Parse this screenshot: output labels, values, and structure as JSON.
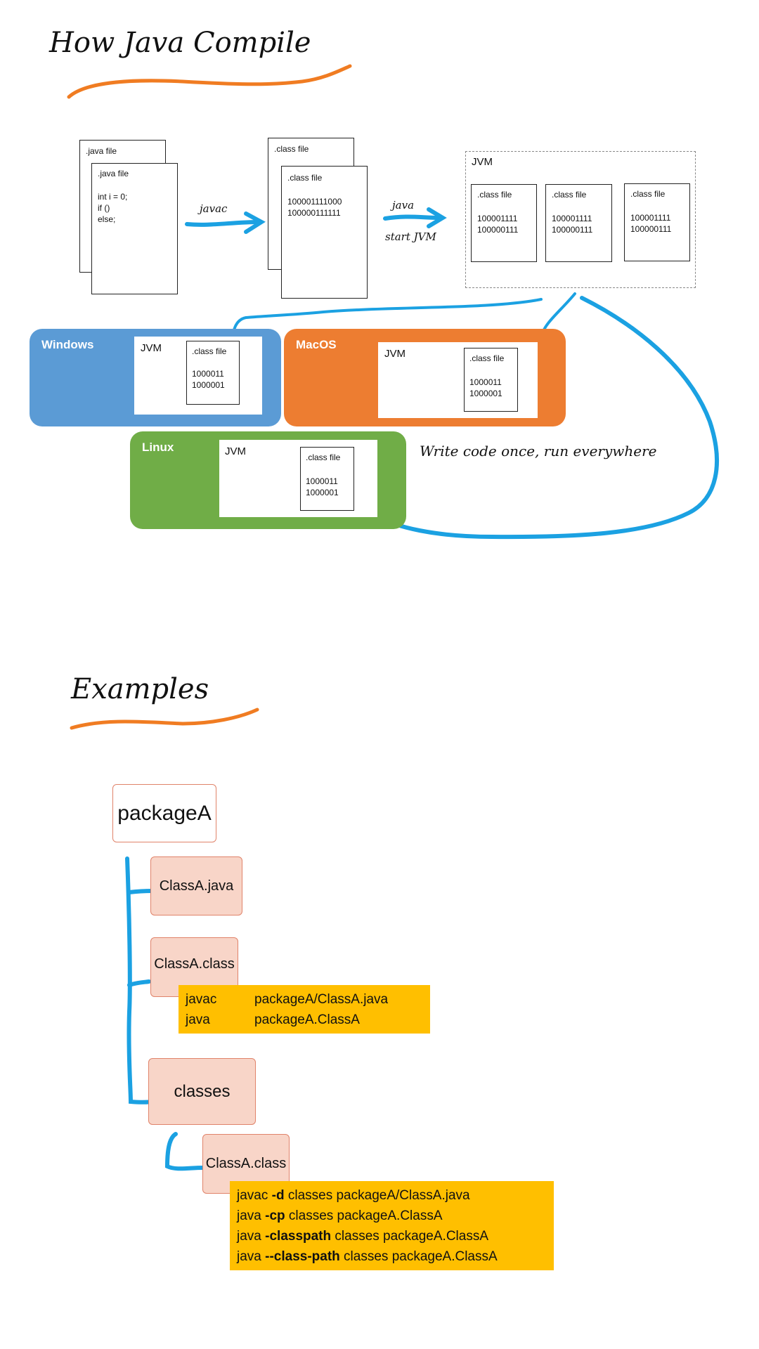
{
  "compile": {
    "title": "How Java Compile",
    "source": {
      "back_label": ".java file",
      "front_label": ".java file",
      "code_lines": [
        "int i = 0;",
        "if ()",
        "else;"
      ]
    },
    "javac_label": "javac",
    "bytecode": {
      "back_label": ".class file",
      "front_label": ".class file",
      "bits": [
        "100001111000",
        "100000111111"
      ]
    },
    "java_label": "java",
    "start_label": "start JVM",
    "jvm": {
      "label": "JVM",
      "classes": [
        {
          "label": ".class file",
          "bits": [
            "100001111",
            "100000111"
          ]
        },
        {
          "label": ".class file",
          "bits": [
            "100001111",
            "100000111"
          ]
        },
        {
          "label": ".class file",
          "bits": [
            "100001111",
            "100000111"
          ]
        }
      ]
    },
    "platforms": [
      {
        "name": "Windows",
        "color": "#5b9bd5",
        "jvm_label": "JVM",
        "class_label": ".class file",
        "bits": [
          "1000011",
          "1000001"
        ]
      },
      {
        "name": "MacOS",
        "color": "#ed7d31",
        "jvm_label": "JVM",
        "class_label": ".class file",
        "bits": [
          "1000011",
          "1000001"
        ]
      },
      {
        "name": "Linux",
        "color": "#70ad47",
        "jvm_label": "JVM",
        "class_label": ".class file",
        "bits": [
          "1000011",
          "1000001"
        ]
      }
    ],
    "slogan": "Write code once, run everywhere",
    "arrow_color": "#1ba1e2",
    "underline_color": "#f07c22"
  },
  "examples": {
    "title": "Examples",
    "package": "packageA",
    "class_java": "ClassA.java",
    "class_file": "ClassA.class",
    "cmd1": [
      {
        "cmd": "javac",
        "arg": "packageA/ClassA.java"
      },
      {
        "cmd": "java",
        "arg": "packageA.ClassA"
      }
    ],
    "classes_dir": "classes",
    "nested_class": "ClassA.class",
    "cmd2": [
      {
        "pre": "javac ",
        "flag": "-d",
        "post": " classes packageA/ClassA.java"
      },
      {
        "pre": "java ",
        "flag": "-cp",
        "post": " classes packageA.ClassA"
      },
      {
        "pre": "java ",
        "flag": "-classpath",
        "post": " classes packageA.ClassA"
      },
      {
        "pre": "java ",
        "flag": "--class-path",
        "post": " classes packageA.ClassA"
      }
    ],
    "cmd_color": "#ffbf00"
  }
}
